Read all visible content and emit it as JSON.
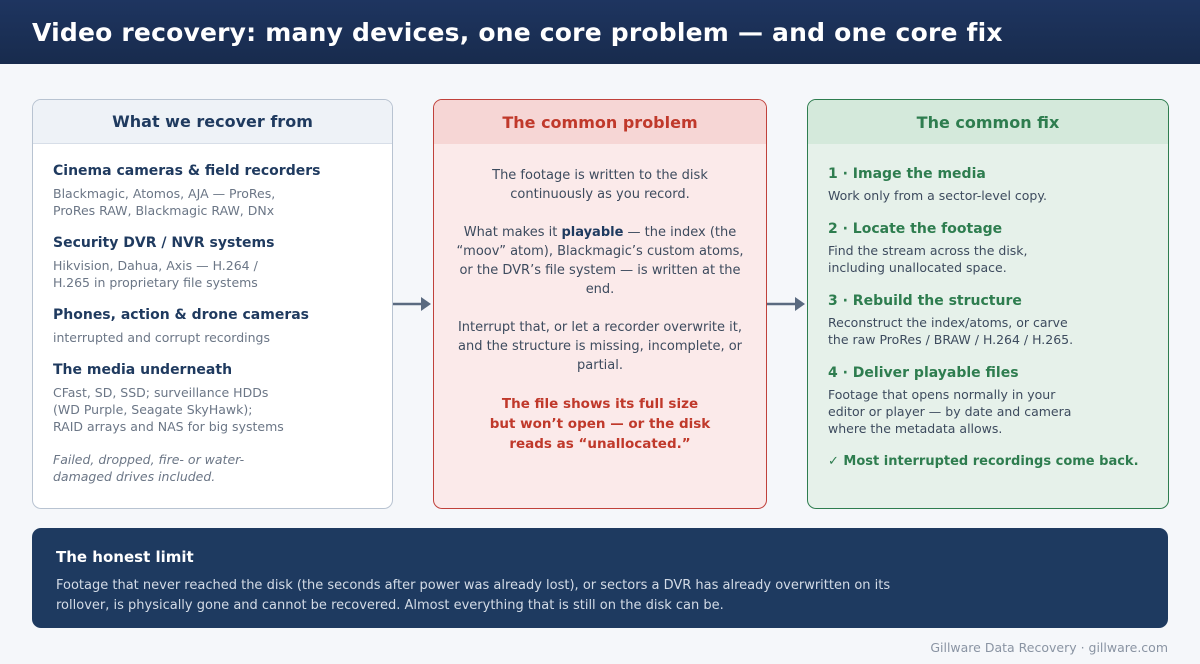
{
  "header": {
    "title": "Video recovery: many devices, one core problem — and one core fix"
  },
  "sources": {
    "heading": "What we recover from",
    "items": [
      {
        "title": "Cinema cameras & field recorders",
        "desc": "Blackmagic, Atomos, AJA — ProRes,\nProRes RAW, Blackmagic RAW, DNx"
      },
      {
        "title": "Security DVR / NVR systems",
        "desc": "Hikvision, Dahua, Axis — H.264 /\nH.265 in proprietary file systems"
      },
      {
        "title": "Phones, action & drone cameras",
        "desc": "interrupted and corrupt recordings"
      },
      {
        "title": "The media underneath",
        "desc": "CFast, SD, SSD; surveillance HDDs\n(WD Purple, Seagate SkyHawk);\nRAID arrays and NAS for big systems"
      }
    ],
    "note": "Failed, dropped, fire- or water-\ndamaged drives included."
  },
  "problem": {
    "heading": "The common problem",
    "p1": "The footage is written to the disk continuously as you record.",
    "p2_before": "What makes it ",
    "p2_bold": "playable",
    "p2_after": " — the index (the “moov” atom), Blackmagic’s custom atoms, or the DVR’s file system — is written at the end.",
    "p3": "Interrupt that, or let a recorder overwrite it, and the structure is missing, incomplete, or partial.",
    "alert": "The file shows its full size\nbut won’t open — or the disk\nreads as “unallocated.”"
  },
  "fix": {
    "heading": "The common fix",
    "steps": [
      {
        "title": "1 · Image the media",
        "desc": "Work only from a sector-level copy."
      },
      {
        "title": "2 · Locate the footage",
        "desc": "Find the stream across the disk,\nincluding unallocated space."
      },
      {
        "title": "3 · Rebuild the structure",
        "desc": "Reconstruct the index/atoms, or carve\nthe raw ProRes / BRAW / H.264 / H.265."
      },
      {
        "title": "4 · Deliver playable files",
        "desc": "Footage that opens normally in your\neditor or player — by date and camera\nwhere the metadata allows."
      }
    ],
    "result": "✓ Most interrupted recordings come back."
  },
  "limit": {
    "title": "The honest limit",
    "text": "Footage that never reached the disk (the seconds after power was already lost), or sectors a DVR has already overwritten on its rollover, is physically gone and cannot be recovered. Almost everything that is still on the disk can be."
  },
  "footer": {
    "credit": "Gillware Data Recovery · gillware.com"
  },
  "colors": {
    "header_bg": "#1e3560",
    "problem_accent": "#c0392b",
    "fix_accent": "#2e7d4f",
    "limit_bg": "#1e3a60"
  }
}
